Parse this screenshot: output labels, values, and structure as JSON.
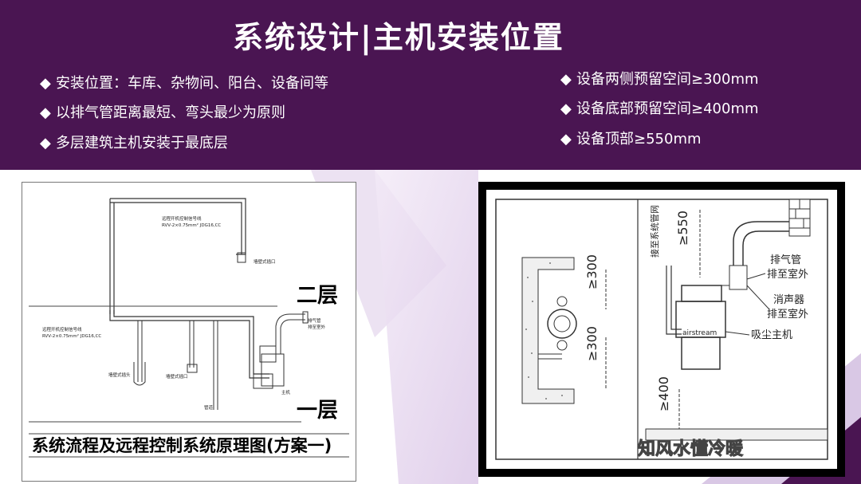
{
  "header": {
    "title": "系统设计|主机安装位置",
    "bullets_left": [
      "安装位置：车库、杂物间、阳台、设备间等",
      "以排气管距离最短、弯头最少为原则",
      "多层建筑主机安装于最底层"
    ],
    "bullets_right": [
      "设备两侧预留空间≥300mm",
      "设备底部预留空间≥400mm",
      "设备顶部≥550mm"
    ],
    "bullet_symbol": "◆"
  },
  "left_diagram": {
    "caption": "系统流程及远程控制系统原理图(方案一)",
    "floor_2": "二层",
    "floor_1": "一层",
    "labels": {
      "pipe_top": "远程开机控制信号线",
      "pipe_top_spec": "RVV-2×0.75mm² JDG16,CC",
      "pipe_mid": "远程开机控制信号线",
      "pipe_mid_spec": "RVV-2×0.75mm² JDG16,CC",
      "inlet_top": "墙壁式插口",
      "exhaust": "排气管",
      "exhaust2": "排至室外",
      "inlet_a": "墙壁式插头",
      "inlet_b": "墙壁式插口",
      "main_unit": "主机",
      "pipe_main": "管道"
    }
  },
  "right_diagram": {
    "dim_300_a": "≥300",
    "dim_300_b": "≥300",
    "dim_550": "≥550",
    "dim_400": "≥400",
    "label_pipe_net": "接至系统管网",
    "label_exhaust_1": "排气管",
    "label_exhaust_2": "排至室外",
    "label_muffler_1": "消声器",
    "label_muffler_2": "排至室外",
    "label_host": "吸尘主机",
    "brand": "airstream"
  },
  "watermark": "知风水懂冷暖",
  "colors": {
    "header_bg": "#4a1552",
    "accent_light": "#e7dcef"
  }
}
